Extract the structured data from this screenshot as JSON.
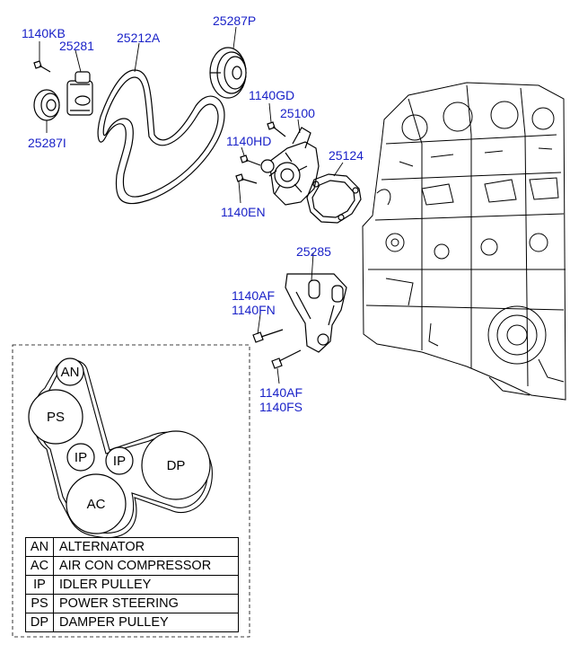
{
  "part_labels": {
    "p1140KB": "1140KB",
    "p25281": "25281",
    "p25212A": "25212A",
    "p25287P": "25287P",
    "p25287I": "25287I",
    "p1140GD": "1140GD",
    "p25100": "25100",
    "p1140HD": "1140HD",
    "p25124": "25124",
    "p1140EN": "1140EN",
    "p25285": "25285",
    "p1140AF_a": "1140AF",
    "p1140FN": "1140FN",
    "p1140AF_b": "1140AF",
    "p1140FS": "1140FS"
  },
  "routing_diagram": {
    "pulleys": {
      "an": "AN",
      "ps": "PS",
      "ip1": "IP",
      "ip2": "IP",
      "dp": "DP",
      "ac": "AC"
    }
  },
  "legend": [
    {
      "code": "AN",
      "desc": "ALTERNATOR"
    },
    {
      "code": "AC",
      "desc": "AIR CON COMPRESSOR"
    },
    {
      "code": "IP",
      "desc": "IDLER PULLEY"
    },
    {
      "code": "PS",
      "desc": "POWER STEERING"
    },
    {
      "code": "DP",
      "desc": "DAMPER PULLEY"
    }
  ],
  "colors": {
    "label": "#1a22c8",
    "line": "#000000"
  }
}
